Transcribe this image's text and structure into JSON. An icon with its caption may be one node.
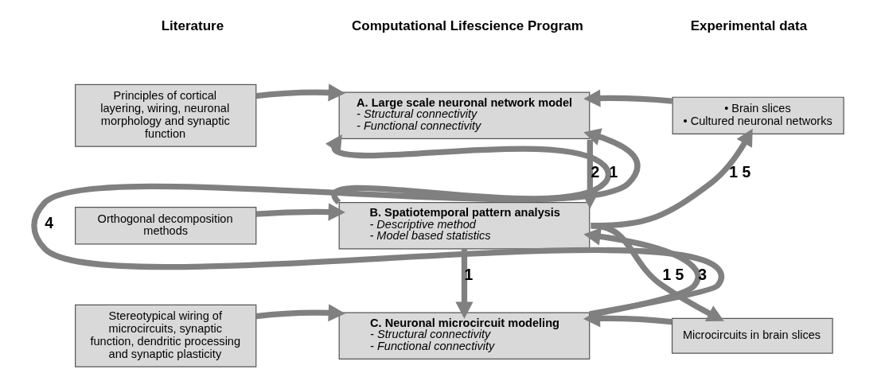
{
  "diagram": {
    "nodes": [
      {
        "text": [
          "Principles of cortical layering, wiring, neuronal morphology and synaptic function"
        ]
      },
      {
        "text": [
          "A. Large scale neuronal network model",
          "- Structural connectivity",
          "- Functional connectivity"
        ]
      },
      {
        "text": [
          "• Brain slices",
          "• Cultured neuronal networks"
        ]
      },
      {
        "text": [
          "Orthogonal decomposition methods"
        ]
      },
      {
        "text": [
          "B. Spatiotemporal pattern analysis",
          "- Descriptive method",
          "- Model based statistics"
        ]
      },
      {
        "text": [
          "Stereotypical wiring of microcircuits, synaptic function, dendritic processing and synaptic plasticity"
        ]
      },
      {
        "text": [
          "C. Neuronal microcircuit modeling",
          "- Structural connectivity",
          "- Functional connectivity"
        ]
      },
      {
        "text": [
          "Microcircuits in brain slices"
        ]
      }
    ],
    "edges": [
      {
        "from": 0,
        "to": 1,
        "arrow": "to"
      },
      {
        "from": 2,
        "to": 1,
        "arrow": "to"
      },
      {
        "from": 4,
        "to": 1,
        "arrow": "to",
        "label": "1"
      },
      {
        "from": 1,
        "to": 4,
        "arrow": "to",
        "label": "2"
      },
      {
        "from": 4,
        "to": 2,
        "arrow": "to",
        "label": "1 5"
      },
      {
        "from": 3,
        "to": 4,
        "arrow": "to"
      },
      {
        "from": 4,
        "to": 6,
        "arrow": "to",
        "label": "1"
      },
      {
        "from": 6,
        "to": 4,
        "arrow": "to",
        "label": "3"
      },
      {
        "from": 6,
        "to": 1,
        "arrow": "to",
        "label": "4"
      },
      {
        "from": 4,
        "to": 7,
        "arrow": "to",
        "label": "1 5"
      },
      {
        "from": 5,
        "to": 6,
        "arrow": "to"
      },
      {
        "from": 7,
        "to": 6,
        "arrow": "to"
      }
    ],
    "labels": [
      "Literature",
      "Computational Lifescience Program",
      "Experimental data"
    ]
  }
}
